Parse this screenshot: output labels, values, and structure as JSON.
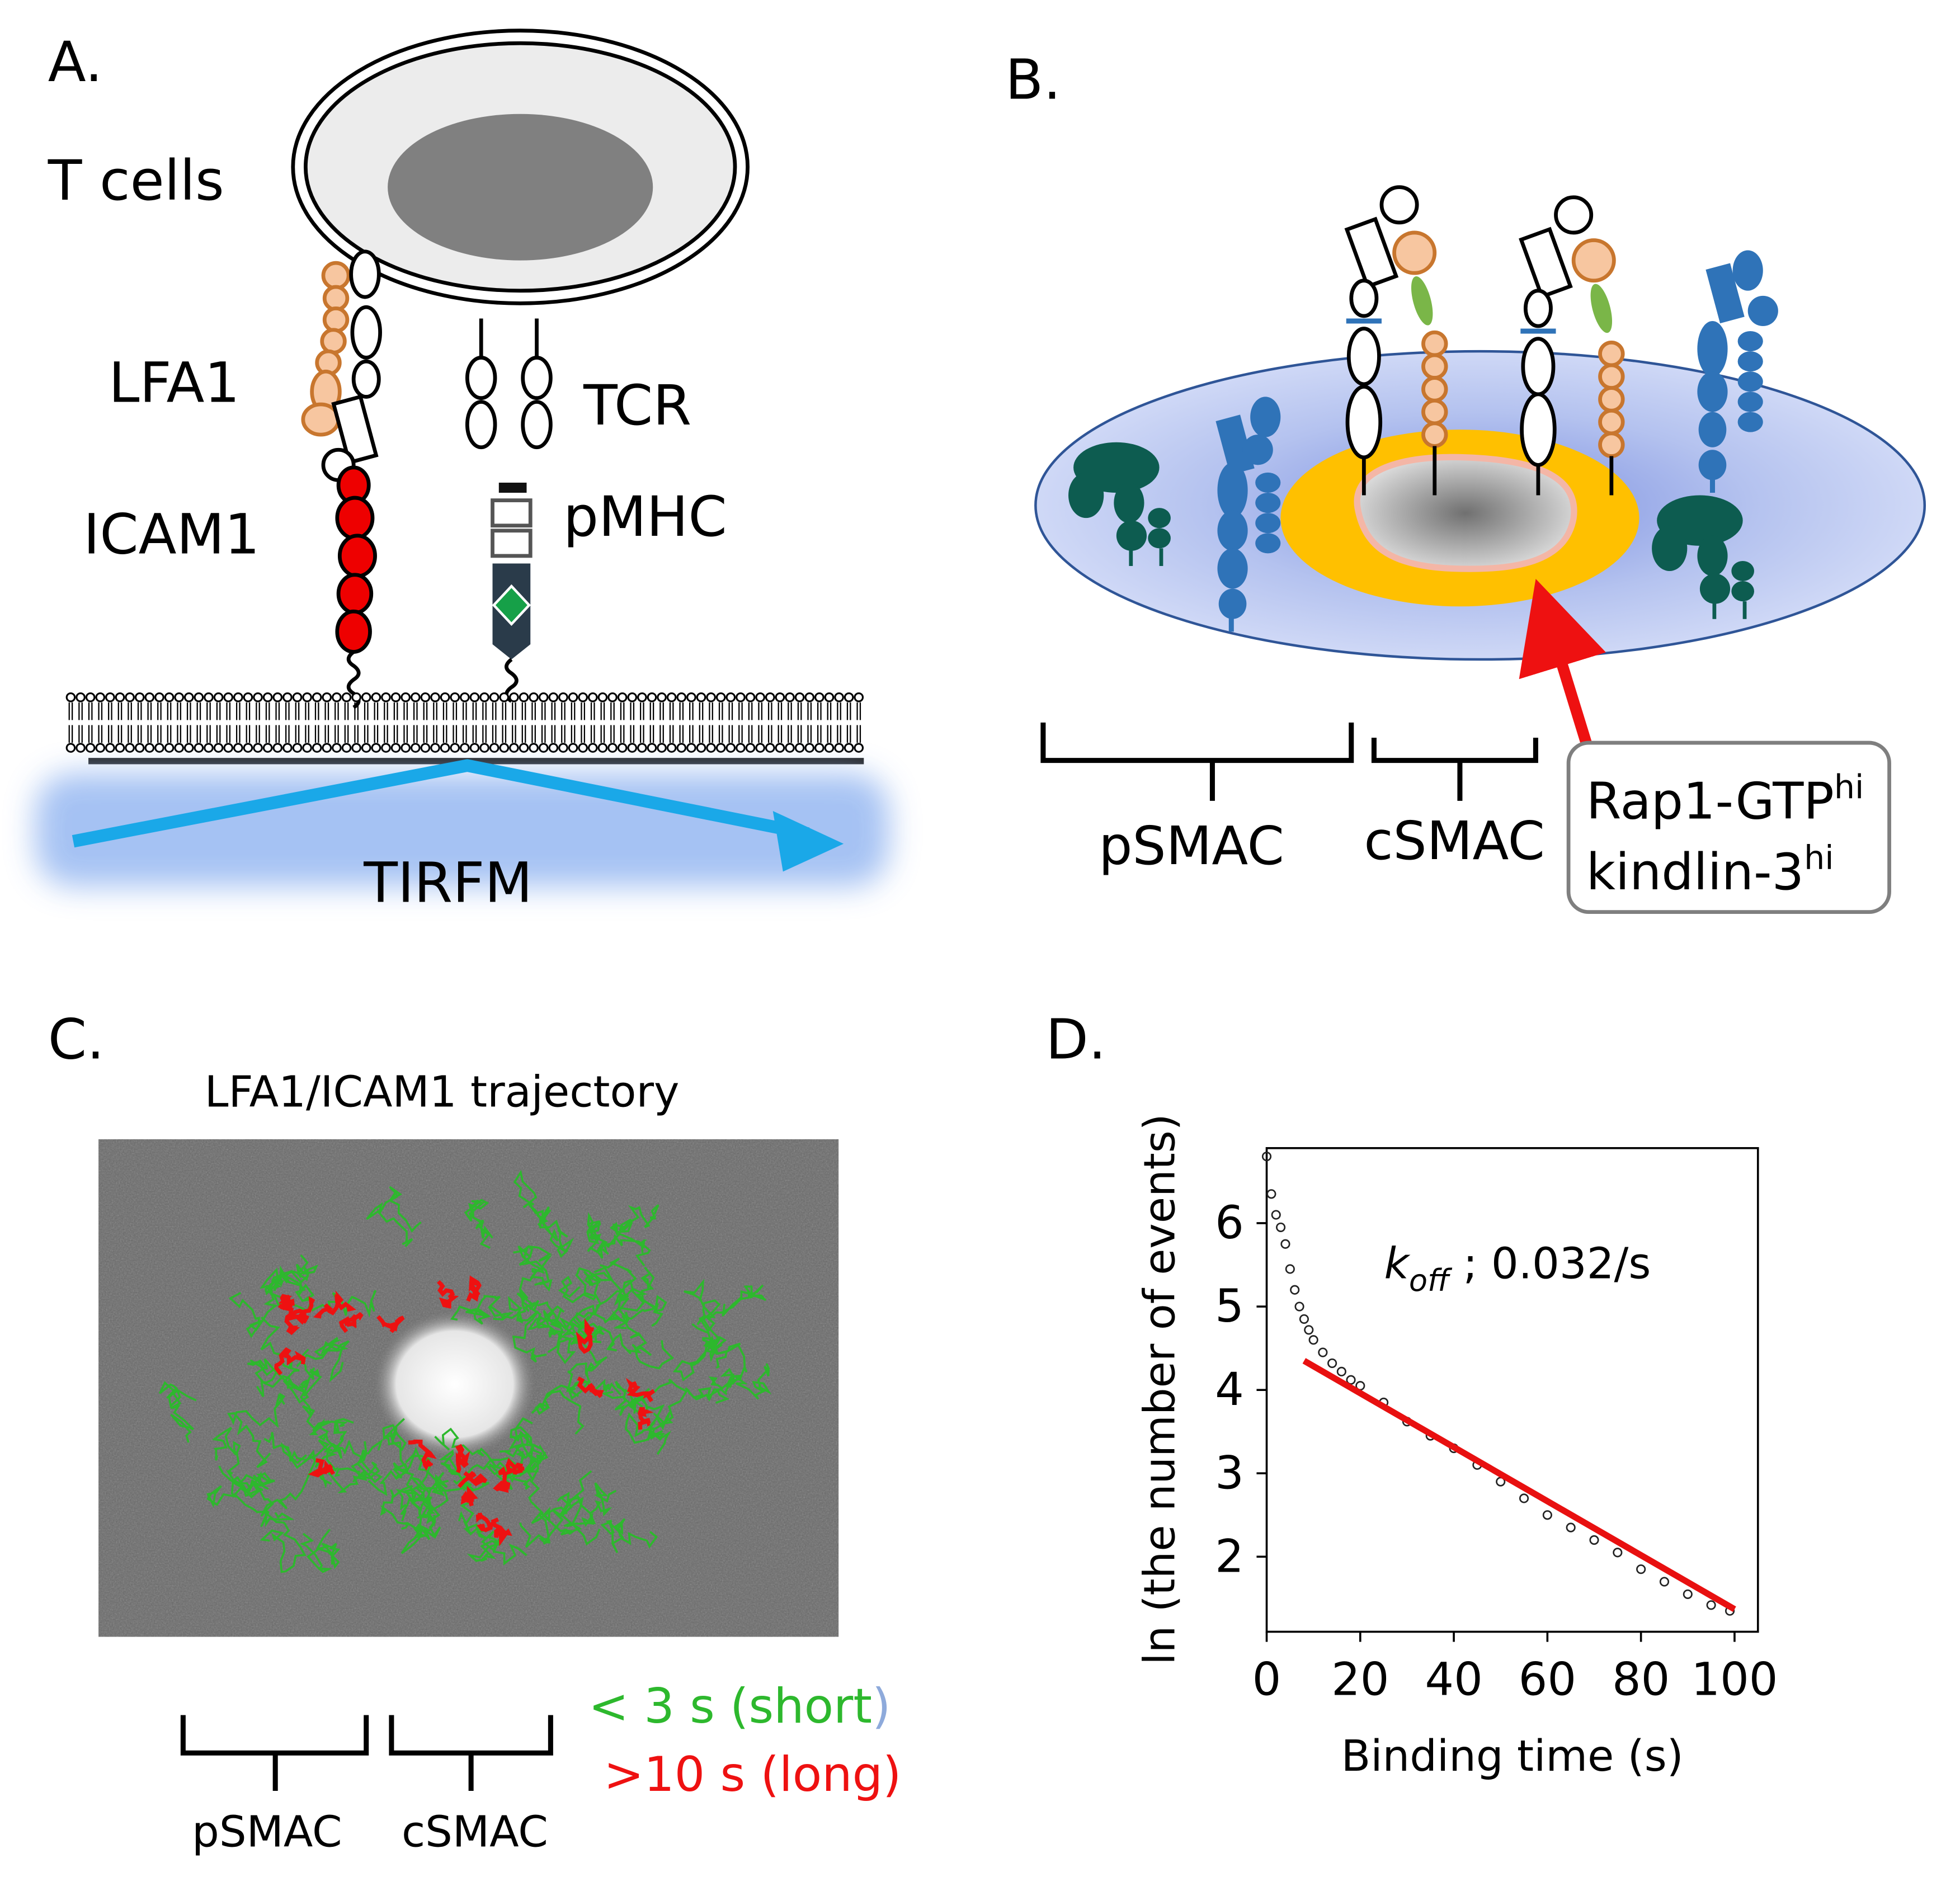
{
  "panels": {
    "a": {
      "letter": "A.",
      "labels": {
        "t_cells": "T cells",
        "lfa1": "LFA1",
        "icam1": "ICAM1",
        "tcr": "TCR",
        "pmhc": "pMHC",
        "tirfm": "TIRFM"
      }
    },
    "b": {
      "letter": "B.",
      "psmac": "pSMAC",
      "csmac": "cSMAC",
      "callout": {
        "line1_main": "Rap1-GTP",
        "line1_sup": "hi",
        "line2_main": "kindlin-3",
        "line2_sup": "hi"
      }
    },
    "c": {
      "letter": "C.",
      "title": "LFA1/ICAM1 trajectory",
      "psmac": "pSMAC",
      "csmac": "cSMAC",
      "legend": {
        "short": "< 3 s (short",
        "short_close": ")",
        "long": ">10 s (long)"
      }
    },
    "d": {
      "letter": "D.",
      "annotation": {
        "k": "k",
        "sub": "off",
        "rest": " ; 0.032/s"
      }
    }
  },
  "colors": {
    "icam1_red": "#ee0000",
    "lfa1_orange": "#c8762e",
    "lfa1_fill": "#f7c6a0",
    "integrin_blue": "#2f73b8",
    "integrin_teal": "#0d5c50",
    "csmac_ring": "#ffc000",
    "short_green": "#2db82d",
    "long_red": "#ee1111",
    "fit_red": "#e81010",
    "tirfm_blue": "#1aa8e8"
  },
  "chart_data": {
    "type": "scatter",
    "xlabel": "Binding time (s)",
    "ylabel": "ln (the number of events)",
    "xlim": [
      0,
      105
    ],
    "ylim": [
      1.1,
      6.9
    ],
    "xticks": [
      0,
      20,
      40,
      60,
      80,
      100
    ],
    "yticks": [
      2,
      3,
      4,
      5,
      6
    ],
    "grid": false,
    "series": [
      {
        "marker": "open circle",
        "x": [
          0,
          1,
          2,
          3,
          4,
          5,
          6,
          7,
          8,
          9,
          10,
          12,
          14,
          16,
          18,
          20,
          25,
          30,
          35,
          40,
          45,
          50,
          55,
          60,
          65,
          70,
          75,
          80,
          85,
          90,
          95,
          99
        ],
        "y": [
          6.8,
          6.35,
          6.1,
          5.95,
          5.75,
          5.45,
          5.2,
          5.0,
          4.85,
          4.72,
          4.6,
          4.45,
          4.32,
          4.22,
          4.12,
          4.05,
          3.85,
          3.62,
          3.45,
          3.3,
          3.1,
          2.9,
          2.7,
          2.5,
          2.35,
          2.2,
          2.05,
          1.85,
          1.7,
          1.55,
          1.42,
          1.35
        ]
      }
    ],
    "fit": {
      "x": [
        8,
        100
      ],
      "y": [
        4.35,
        1.37
      ],
      "color": "#e81010"
    }
  }
}
